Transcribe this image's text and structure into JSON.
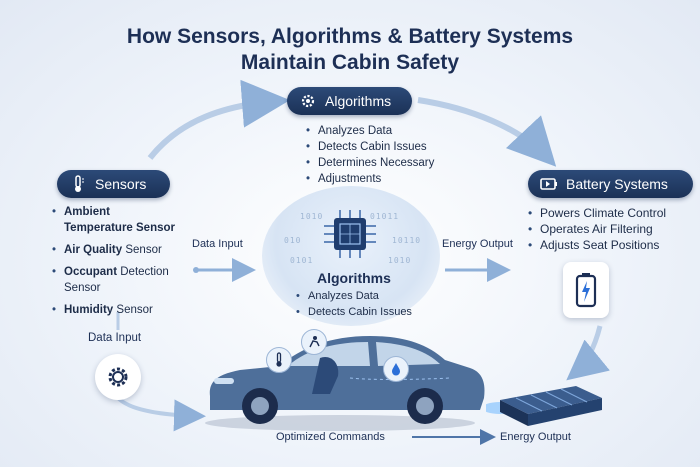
{
  "title": {
    "line1": "How Sensors, Algorithms & Battery Systems",
    "line2": "Maintain Cabin Safety"
  },
  "algorithms_top": {
    "label": "Algorithms",
    "icon": "gear-icon",
    "items": [
      "Analyzes Data",
      "Detects Cabin Issues",
      "Determines Necessary",
      "Adjustments"
    ]
  },
  "sensors": {
    "label": "Sensors",
    "icon": "thermometer-icon",
    "items": [
      {
        "bold": "Ambient",
        "line2_bold": "Temperature Sensor"
      },
      {
        "bold": "Air Quality",
        "rest": " Sensor"
      },
      {
        "bold": "Occupant",
        "rest": " Detection",
        "line2": "Sensor"
      },
      {
        "bold": "Humidity",
        "rest": " Sensor"
      }
    ]
  },
  "battery": {
    "label": "Battery Systems",
    "icon": "battery-icon",
    "items": [
      "Powers Climate Control",
      "Operates Air Filtering",
      "Adjusts Seat Positions"
    ]
  },
  "center": {
    "label": "Algorithms",
    "icon": "chip-icon",
    "items": [
      "Analyzes Data",
      "Detects Cabin Issues"
    ],
    "binary": [
      "1010",
      "01011",
      "010",
      "10110",
      "0101",
      "1010"
    ]
  },
  "flows": {
    "data_input_mid": "Data Input",
    "energy_output_mid": "Energy Output",
    "data_input_left": "Data Input",
    "optimized_commands": "Optimized Commands",
    "energy_output_bottom": "Energy Output"
  },
  "colors": {
    "navy": "#1d2f55",
    "arrow": "#8fb0d8",
    "accent": "#2b6fd8"
  }
}
